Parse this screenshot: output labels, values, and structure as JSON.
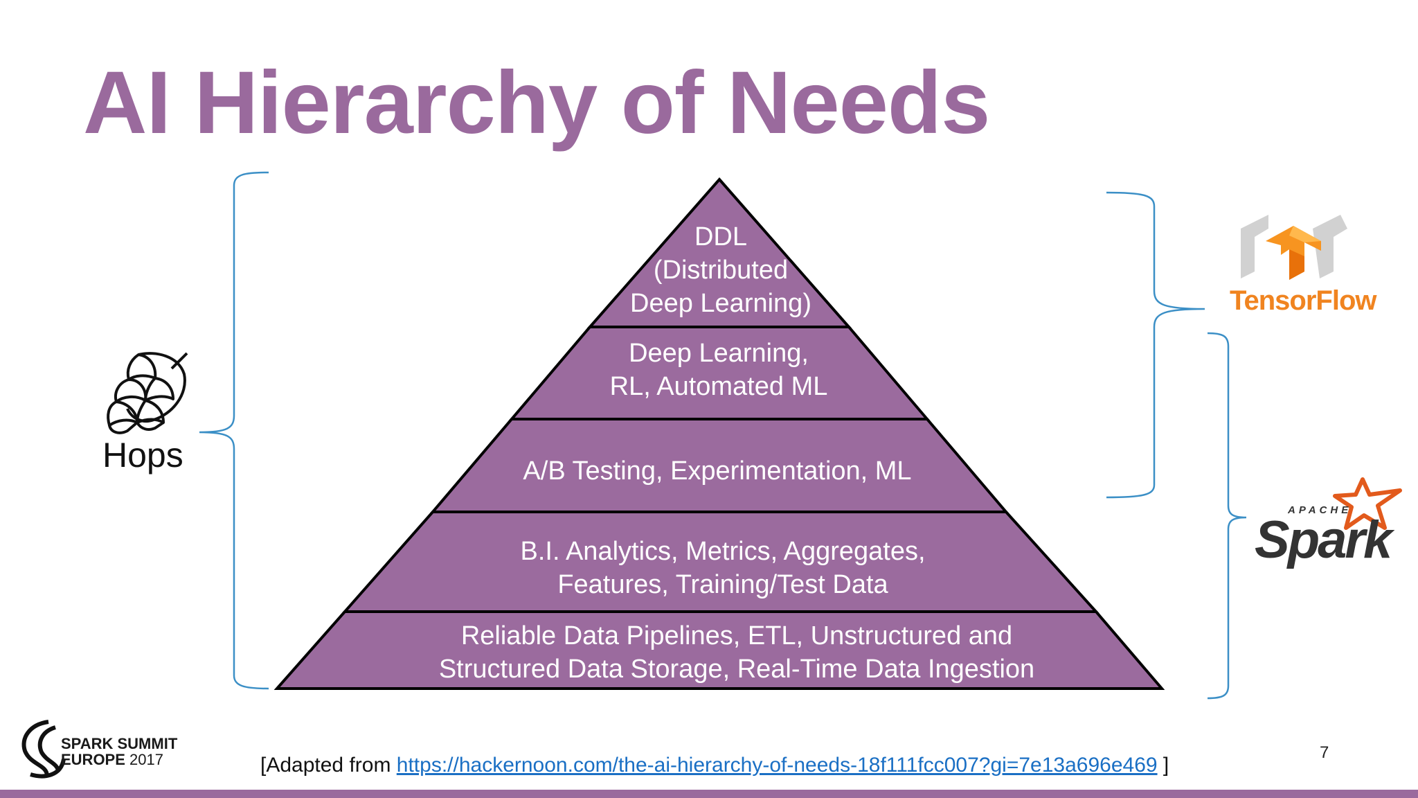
{
  "slide": {
    "title": "AI Hierarchy of Needs",
    "page_number": "7"
  },
  "pyramid": {
    "fill_color": "#9b6b9e",
    "levels": [
      {
        "lines": [
          "DDL",
          "(Distributed",
          "Deep Learning)"
        ]
      },
      {
        "lines": [
          "Deep Learning,",
          "RL, Automated ML"
        ]
      },
      {
        "lines": [
          "A/B Testing, Experimentation, ML"
        ]
      },
      {
        "lines": [
          "B.I. Analytics, Metrics, Aggregates,",
          "Features, Training/Test Data"
        ]
      },
      {
        "lines": [
          "Reliable Data Pipelines, ETL, Unstructured and",
          "Structured Data Storage, Real-Time Data Ingestion"
        ]
      }
    ]
  },
  "left_group": {
    "icon": "hops-icon",
    "label": "Hops"
  },
  "right_groups": {
    "tensorflow": {
      "icon": "tensorflow-logo",
      "label": "TensorFlow"
    },
    "spark": {
      "icon": "apache-spark-logo",
      "apache": "APACHE",
      "label": "Spark"
    }
  },
  "footer": {
    "prefix": "[Adapted from ",
    "link": "https://hackernoon.com/the-ai-hierarchy-of-needs-18f111fcc007?gi=7e13a696e469",
    "suffix": " ]"
  },
  "branding": {
    "line1": "SPARK SUMMIT",
    "line2a": "EUROPE",
    "line2b": "2017"
  },
  "colors": {
    "accent": "#9a6a9d",
    "bracket": "#3b8fc6",
    "link": "#1a6fc4"
  }
}
